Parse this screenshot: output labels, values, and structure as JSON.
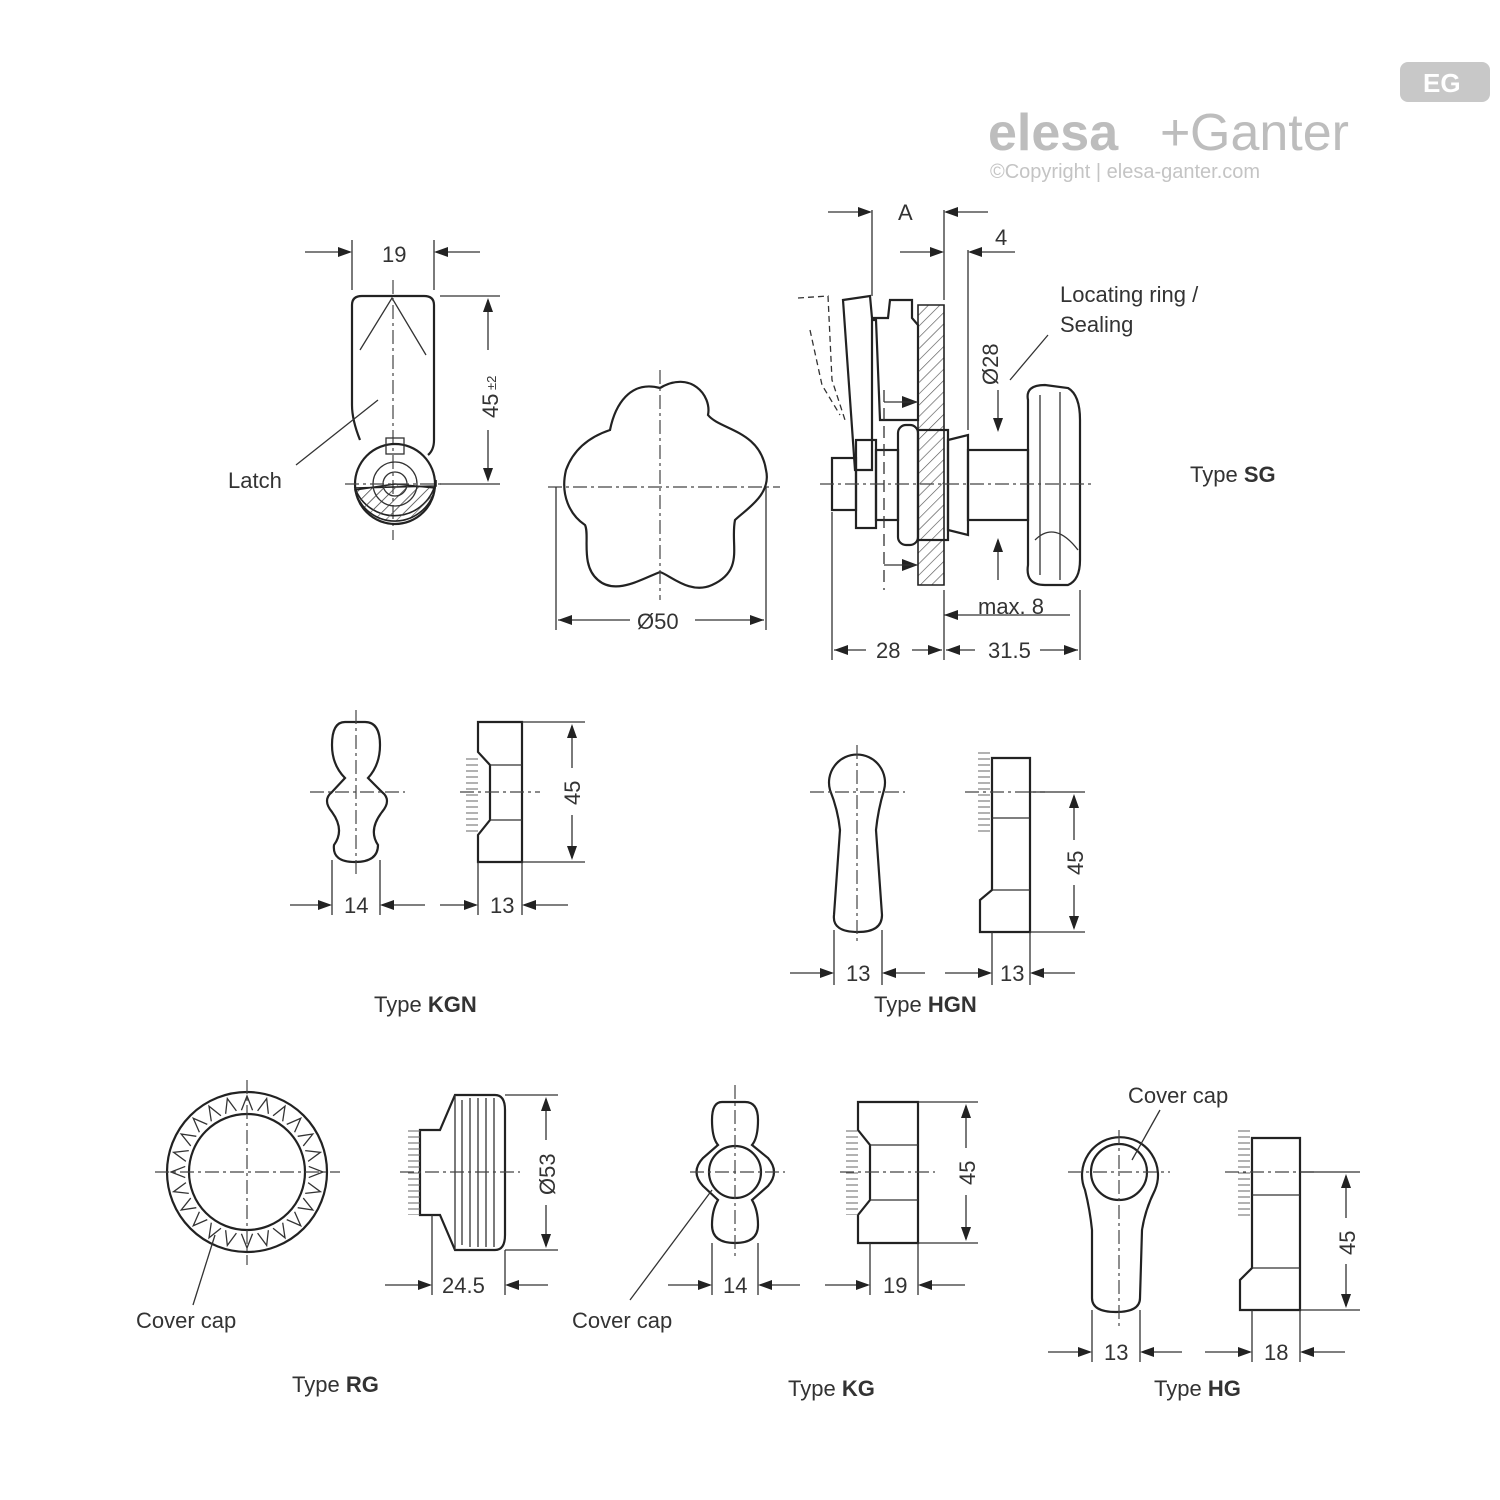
{
  "logo": {
    "brand_left": "elesa",
    "plus": "+",
    "brand_right": "Ganter",
    "copyright": "©Copyright | elesa-ganter.com",
    "badge": "EG"
  },
  "dims": {
    "latch_width": "19",
    "latch_height": "45",
    "latch_tol": "±2",
    "star_dia": "Ø50",
    "a_label": "A",
    "four": "4",
    "ring_dia": "Ø28",
    "max8": "max. 8",
    "d28": "28",
    "d315": "31.5",
    "kgn_w": "14",
    "kgn_d": "13",
    "kgn_h": "45",
    "hgn_w": "13",
    "hgn_d": "13",
    "hgn_h": "45",
    "rg_d": "24.5",
    "rg_dia": "Ø53",
    "kg_w": "14",
    "kg_d": "19",
    "kg_h": "45",
    "hg_w": "13",
    "hg_d": "18",
    "hg_h": "45"
  },
  "labels": {
    "latch": "Latch",
    "locating_ring_1": "Locating ring /",
    "locating_ring_2": "Sealing",
    "cover_cap_rg": "Cover cap",
    "cover_cap_kg": "Cover cap",
    "cover_cap_hg": "Cover cap"
  },
  "types": {
    "sg": {
      "prefix": "Type ",
      "code": "SG"
    },
    "kgn": {
      "prefix": "Type ",
      "code": "KGN"
    },
    "hgn": {
      "prefix": "Type ",
      "code": "HGN"
    },
    "rg": {
      "prefix": "Type ",
      "code": "RG"
    },
    "kg": {
      "prefix": "Type ",
      "code": "KG"
    },
    "hg": {
      "prefix": "Type ",
      "code": "HG"
    }
  }
}
